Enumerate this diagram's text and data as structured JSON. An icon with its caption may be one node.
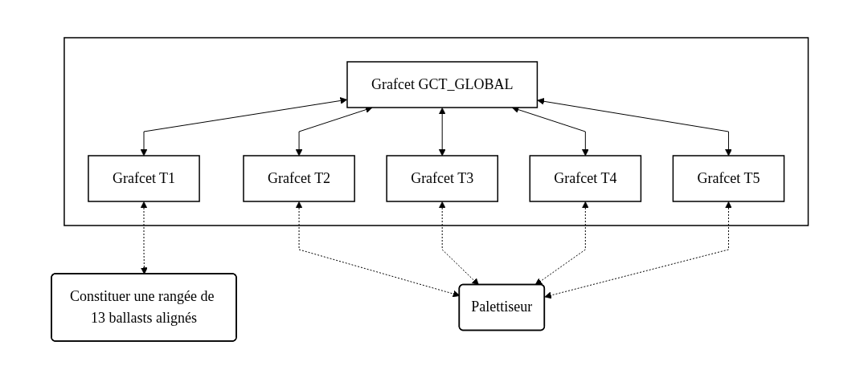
{
  "diagram": {
    "nodes": [
      {
        "text": [],
        "shape": "box"
      },
      {
        "text": [
          "Grafcet GCT_GLOBAL"
        ],
        "in": 0
      },
      {
        "text": [
          "Grafcet T1"
        ],
        "in": 0
      },
      {
        "text": [
          "Grafcet T2"
        ],
        "in": 0
      },
      {
        "text": [
          "Grafcet T3"
        ],
        "in": 0
      },
      {
        "text": [
          "Grafcet T4"
        ],
        "in": 0
      },
      {
        "text": [
          "Grafcet T5"
        ],
        "in": 0
      },
      {
        "text": [
          "Constituer une rangée de 13 ballasts alignés"
        ]
      },
      {
        "text": [
          "Palettiseur"
        ]
      }
    ],
    "edges": [
      {
        "from": 1,
        "to": 2,
        "arrow": "both"
      },
      {
        "from": 1,
        "to": 3,
        "arrow": "both"
      },
      {
        "from": 1,
        "to": 4,
        "arrow": "both"
      },
      {
        "from": 1,
        "to": 5,
        "arrow": "both"
      },
      {
        "from": 1,
        "to": 6,
        "arrow": "both"
      },
      {
        "from": 2,
        "to": 7,
        "arrow": "both",
        "style": "dashed"
      },
      {
        "from": 3,
        "to": 8,
        "arrow": "both",
        "style": "dashed"
      },
      {
        "from": 4,
        "to": 8,
        "arrow": "both",
        "style": "dashed"
      },
      {
        "from": 5,
        "to": 8,
        "arrow": "both",
        "style": "dashed"
      },
      {
        "from": 6,
        "to": 8,
        "arrow": "both",
        "style": "dashed"
      }
    ]
  }
}
